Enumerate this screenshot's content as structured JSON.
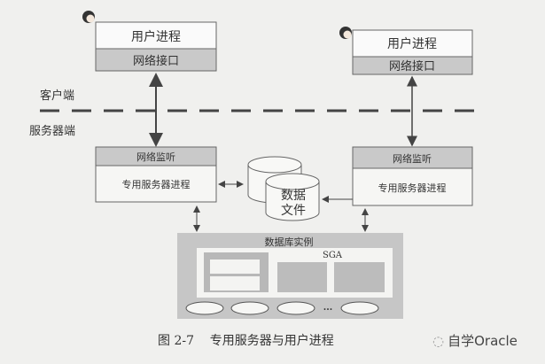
{
  "client_label": "客户端",
  "server_label": "服务器端",
  "user_process_left": {
    "title": "用户进程",
    "interface": "网络接口"
  },
  "user_process_right": {
    "title": "用户进程",
    "interface": "网络接口"
  },
  "server_process_left": {
    "listener": "网络监听",
    "process": "专用服务器进程"
  },
  "server_process_right": {
    "listener": "网络监听",
    "process": "专用服务器进程"
  },
  "datafiles": {
    "line1": "数据",
    "line2": "文件"
  },
  "instance": {
    "title": "数据库实例",
    "sga": "SGA",
    "ellipsis": "..."
  },
  "caption": "图 2-7    专用服务器与用户进程",
  "watermark": "自学Oracle"
}
